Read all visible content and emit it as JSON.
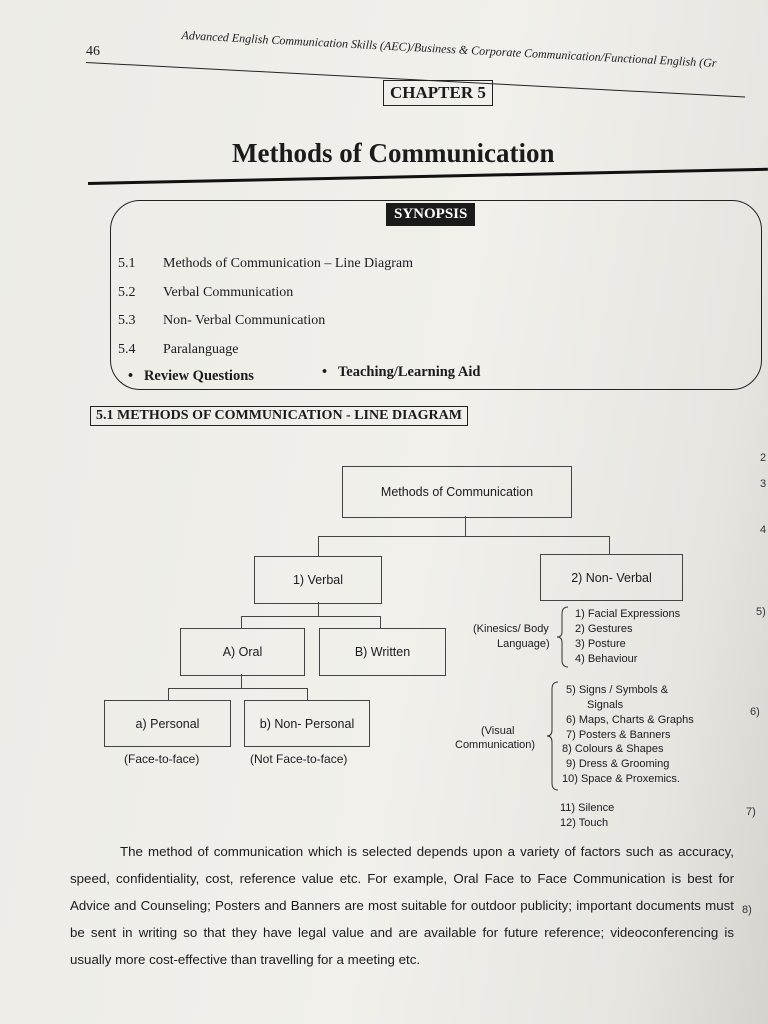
{
  "header": {
    "page_number": "46",
    "running_title": "Advanced English Communication Skills (AEC)/Business & Corporate Communication/Functional English (Gr"
  },
  "chapter_label": "CHAPTER 5",
  "title": "Methods of Communication",
  "synopsis": {
    "label": "SYNOPSIS",
    "items": [
      {
        "num": "5.1",
        "text": "Methods of Communication – Line Diagram"
      },
      {
        "num": "5.2",
        "text": "Verbal Communication"
      },
      {
        "num": "5.3",
        "text": "Non- Verbal Communication"
      },
      {
        "num": "5.4",
        "text": "Paralanguage"
      }
    ],
    "bullets": [
      "Review Questions",
      "Teaching/Learning Aid"
    ]
  },
  "section_heading": "5.1 METHODS OF COMMUNICATION - LINE DIAGRAM",
  "diagram": {
    "root": "Methods of Communication",
    "verbal": "1) Verbal",
    "nonverbal": "2) Non- Verbal",
    "oral": "A) Oral",
    "written": "B) Written",
    "personal": "a) Personal",
    "nonpersonal": "b) Non- Personal",
    "personal_note": "(Face-to-face)",
    "nonpersonal_note": "(Not Face-to-face)",
    "kinesics_label_1": "(Kinesics/ Body",
    "kinesics_label_2": "Language)",
    "kinesics_items": [
      "1)  Facial Expressions",
      "2)  Gestures",
      "3)  Posture",
      "4)  Behaviour"
    ],
    "visual_label_1": "(Visual",
    "visual_label_2": "Communication)",
    "visual_items": [
      "5)  Signs / Symbols &",
      "Signals",
      "6)  Maps, Charts & Graphs",
      "7)  Posters & Banners",
      "8)  Colours & Shapes",
      "9)  Dress & Grooming",
      "10)  Space & Proxemics."
    ],
    "other_items": [
      "11)  Silence",
      "12)  Touch"
    ]
  },
  "paragraph": "The method of communication which is selected depends upon a variety of factors such as accuracy, speed, confidentiality, cost, reference value etc. For example, Oral Face to Face Communication is best for Advice and Counseling; Posters and Banners are most suitable for outdoor publicity; important documents must be sent in writing so that they have legal value and are available for future reference; videoconferencing is usually more cost-effective than travelling for a meeting etc.",
  "margin_numbers": [
    "2",
    "3",
    "4",
    "5)",
    "6)",
    "7)",
    "8)"
  ]
}
